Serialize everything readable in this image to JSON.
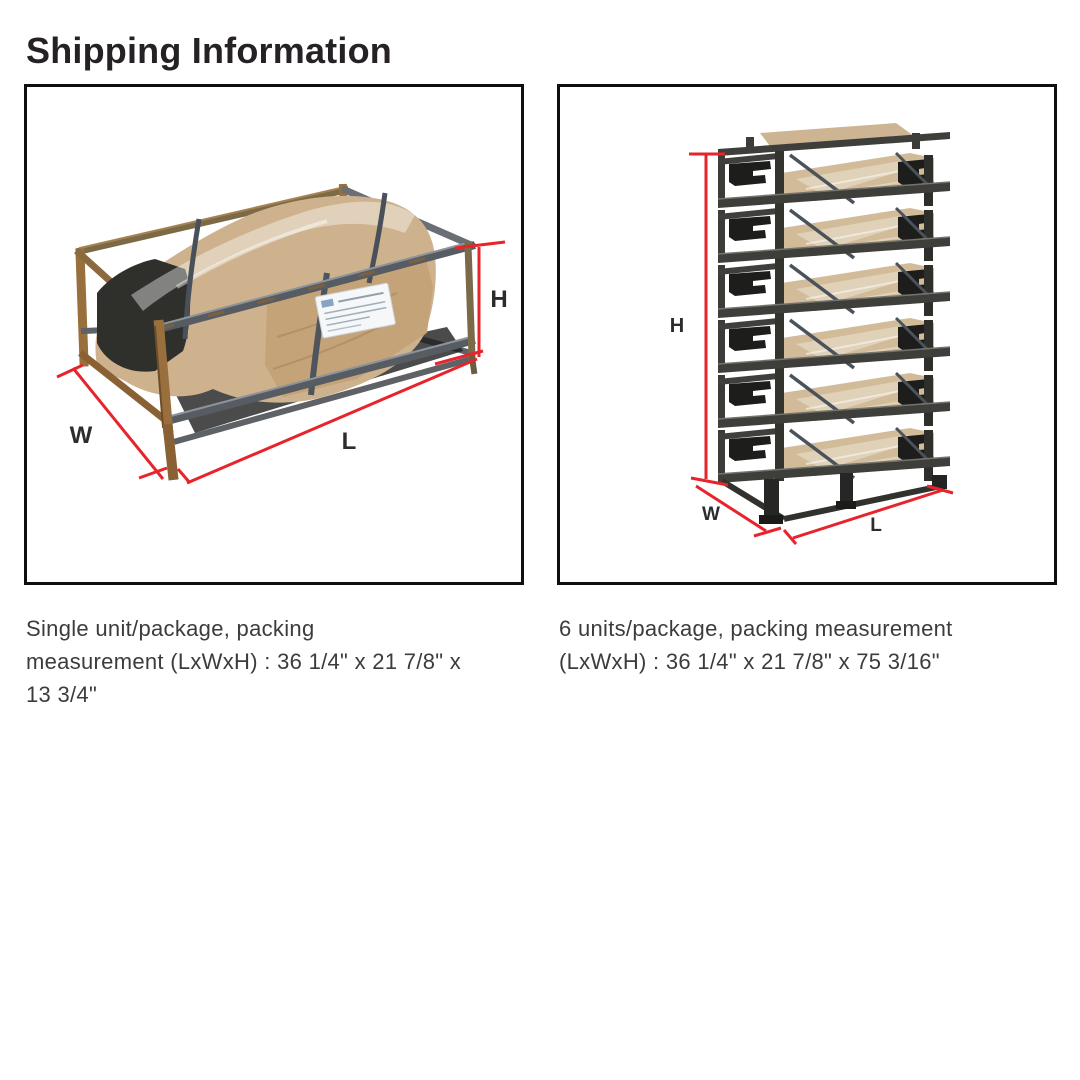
{
  "page": {
    "title": "Shipping Information",
    "background": "#ffffff"
  },
  "colors": {
    "accent_red": "#e7242b",
    "title_text": "#252125",
    "caption_text": "#3c3c3c",
    "photo_border": "#0f0f0f",
    "package_tan": "#cdb28d",
    "steel_dark": "#575c62",
    "rust": "#9a6f3e",
    "rack_black": "#1d1d1b"
  },
  "figures": [
    {
      "id": "single-unit-package",
      "alt": "Single crated unit wrapped in kraft paper and plastic on a steel stillage",
      "dimension_labels": {
        "height": "H",
        "width": "W",
        "length": "L"
      },
      "caption_lines": [
        "Single unit/package, packing",
        "measurement (LxWxH) : 36 1/4\" x 21 7/8\" x",
        "13 3/4\""
      ]
    },
    {
      "id": "six-unit-package",
      "alt": "Six crated units stacked on steel racks",
      "dimension_labels": {
        "height": "H",
        "width": "W",
        "length": "L"
      },
      "caption_lines": [
        "6 units/package, packing measurement",
        "(LxWxH) : 36 1/4\" x 21 7/8\" x 75 3/16\""
      ]
    }
  ],
  "measurements": {
    "single_unit": {
      "length_in": "36 1/4\"",
      "width_in": "21 7/8\"",
      "height_in": "13 3/4\""
    },
    "six_units": {
      "length_in": "36 1/4\"",
      "width_in": "21 7/8\"",
      "height_in": "75 3/16\""
    }
  }
}
